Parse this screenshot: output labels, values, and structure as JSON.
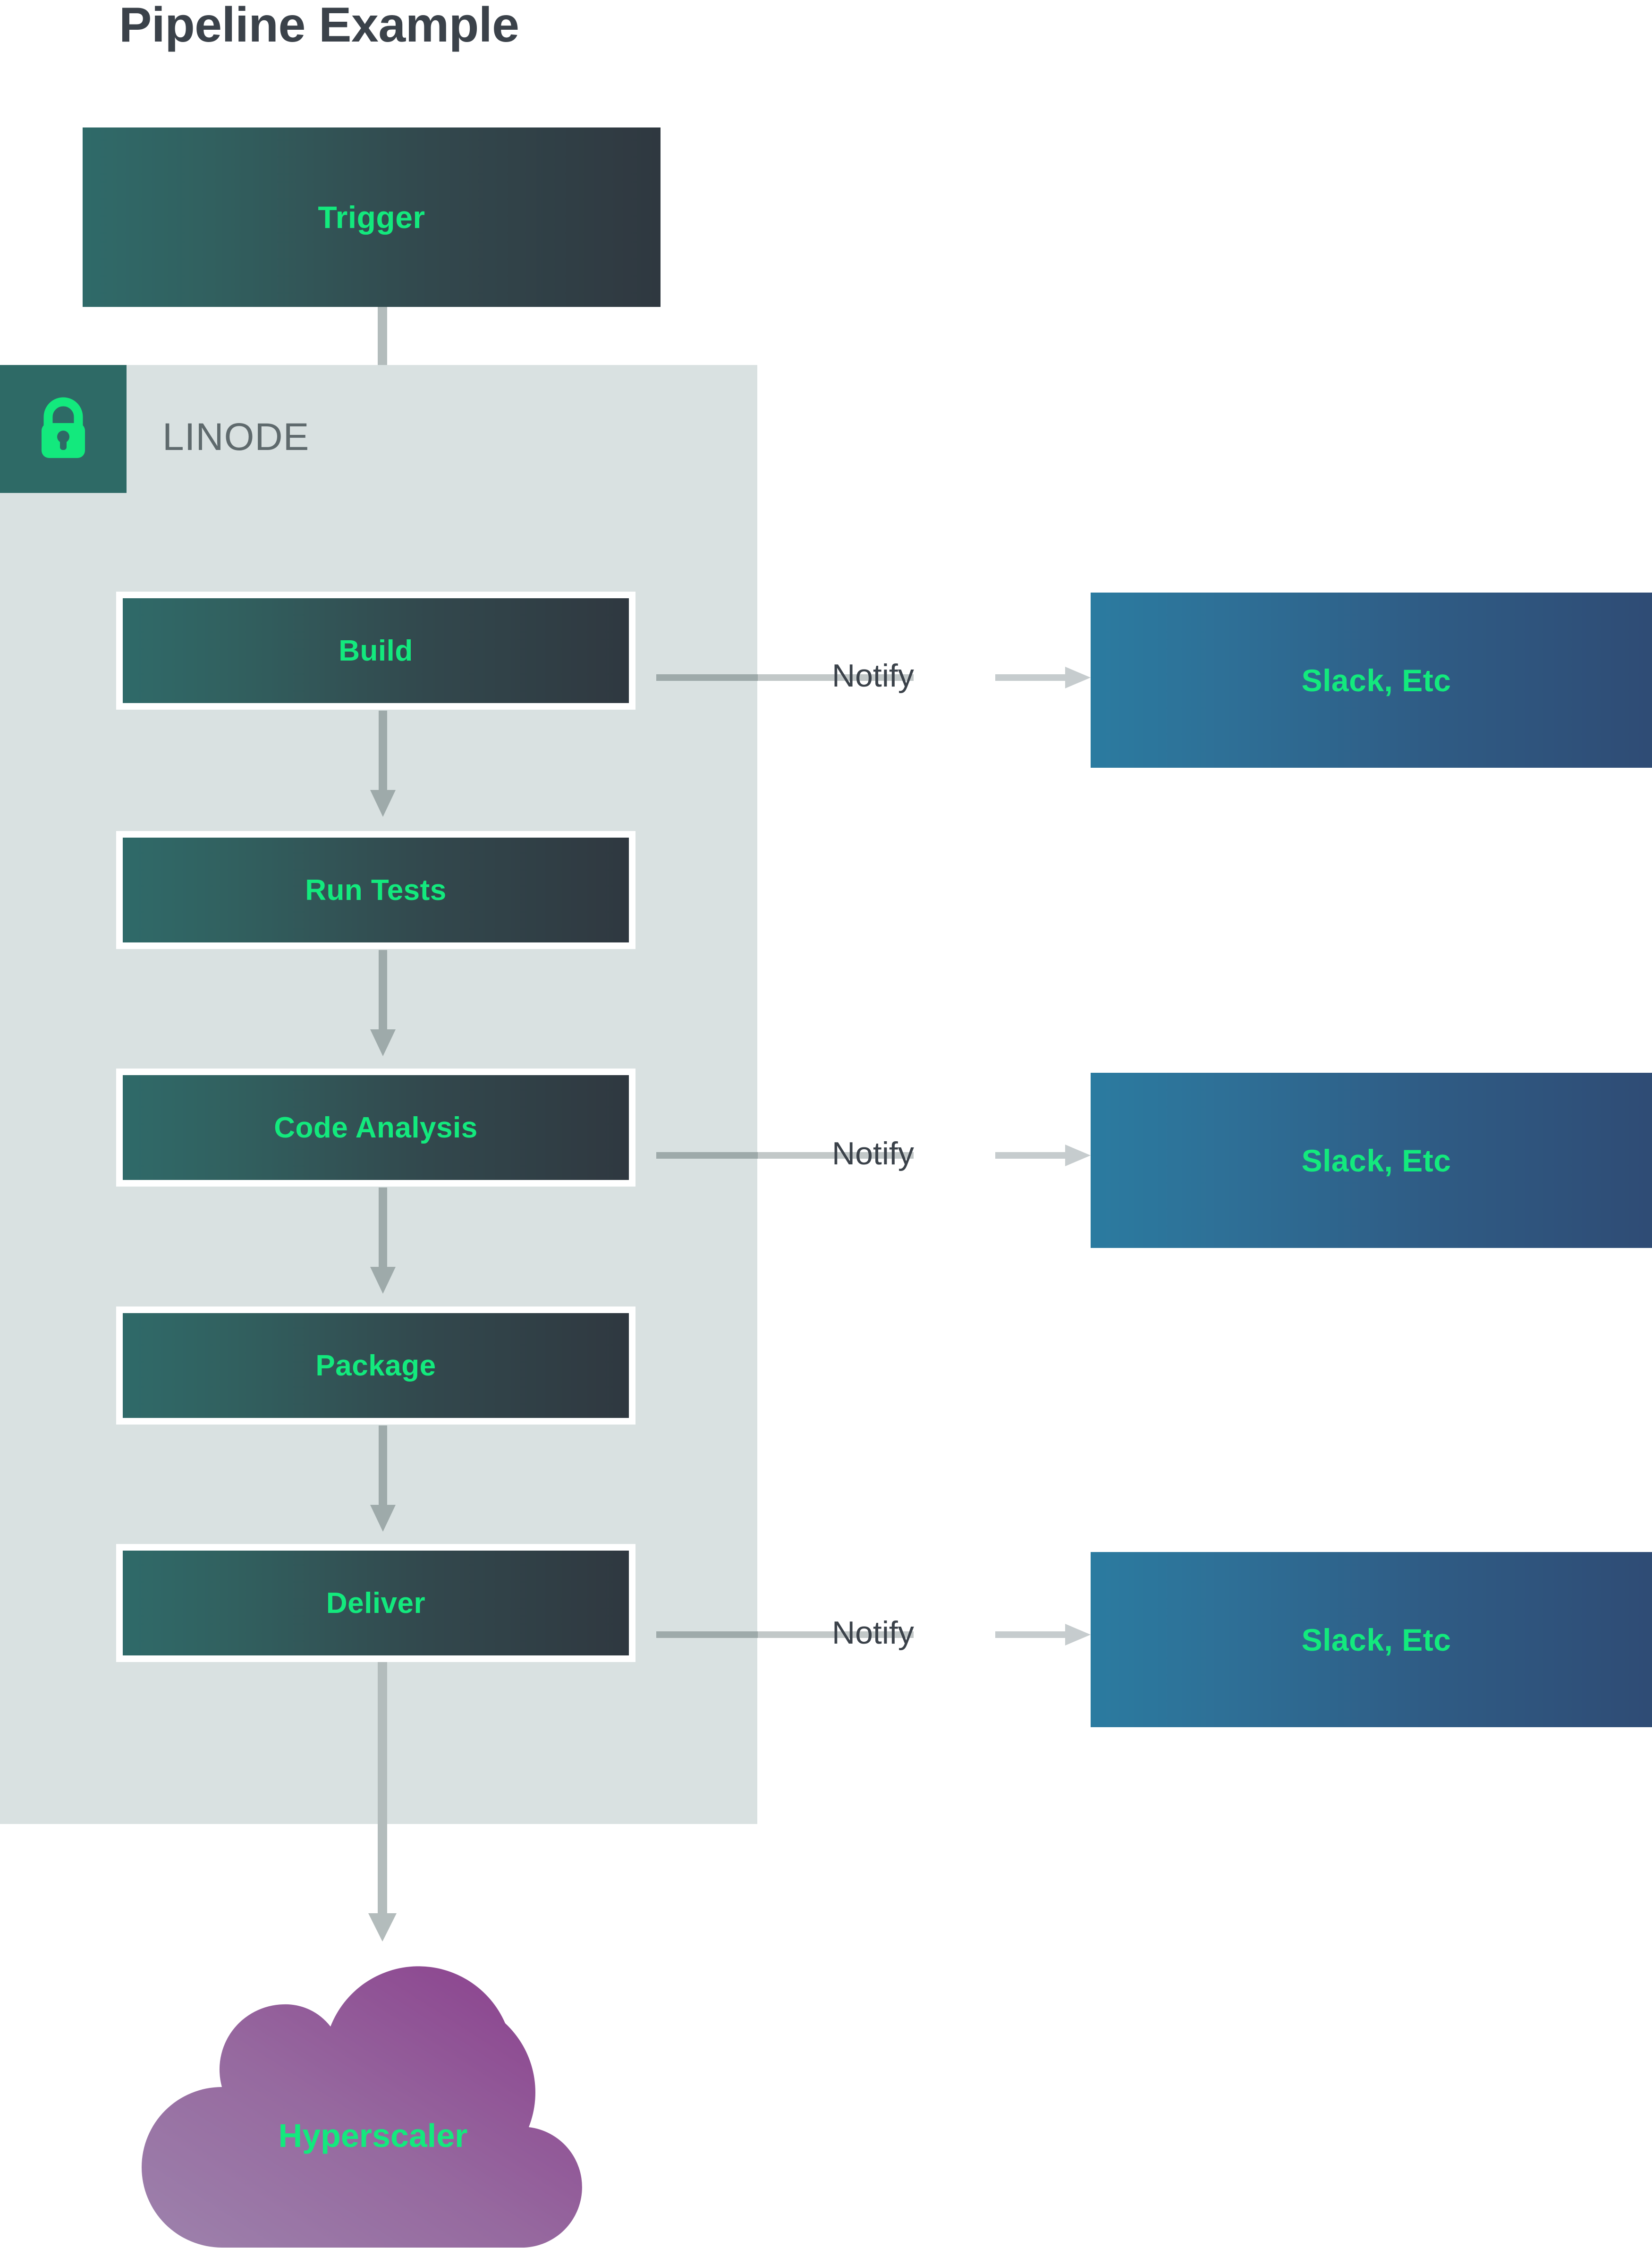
{
  "title": "Pipeline Example",
  "boundary": {
    "name": "LINODE",
    "icon": "lock-icon"
  },
  "nodes": {
    "trigger": "Trigger",
    "build": "Build",
    "run_tests": "Run Tests",
    "code_analysis": "Code Analysis",
    "package": "Package",
    "deliver": "Deliver",
    "cloud": "Hyperscaler"
  },
  "notifications": [
    {
      "edge_label": "Notify",
      "target": "Slack, Etc"
    },
    {
      "edge_label": "Notify",
      "target": "Slack, Etc"
    },
    {
      "edge_label": "Notify",
      "target": "Slack, Etc"
    }
  ],
  "colors": {
    "accent_text": "#13e97d",
    "stage_fill_start": "#2f6a69",
    "stage_fill_end": "#2f3840",
    "notify_fill_start": "#2b7ba0",
    "notify_fill_end": "#2f4b74",
    "boundary_fill": "#d9e1e1",
    "boundary_badge": "#2e6a66",
    "cloud_fill_start": "#9a7aa8",
    "cloud_fill_end": "#8b3f8b",
    "connector": "#9eaaaa",
    "title_text": "#3b424a",
    "boundary_label_text": "#5f6a6d"
  },
  "chart_data": {
    "type": "diagram",
    "title": "Pipeline Example",
    "flow": [
      {
        "from": "Trigger",
        "to": "Build"
      },
      {
        "from": "Build",
        "to": "Run Tests"
      },
      {
        "from": "Run Tests",
        "to": "Code Analysis"
      },
      {
        "from": "Code Analysis",
        "to": "Package"
      },
      {
        "from": "Package",
        "to": "Deliver"
      },
      {
        "from": "Deliver",
        "to": "Hyperscaler"
      },
      {
        "from": "Build",
        "to": "Slack, Etc",
        "label": "Notify"
      },
      {
        "from": "Code Analysis",
        "to": "Slack, Etc",
        "label": "Notify"
      },
      {
        "from": "Deliver",
        "to": "Slack, Etc",
        "label": "Notify"
      }
    ],
    "groups": [
      {
        "name": "LINODE",
        "contains": [
          "Build",
          "Run Tests",
          "Code Analysis",
          "Package",
          "Deliver"
        ]
      }
    ]
  }
}
